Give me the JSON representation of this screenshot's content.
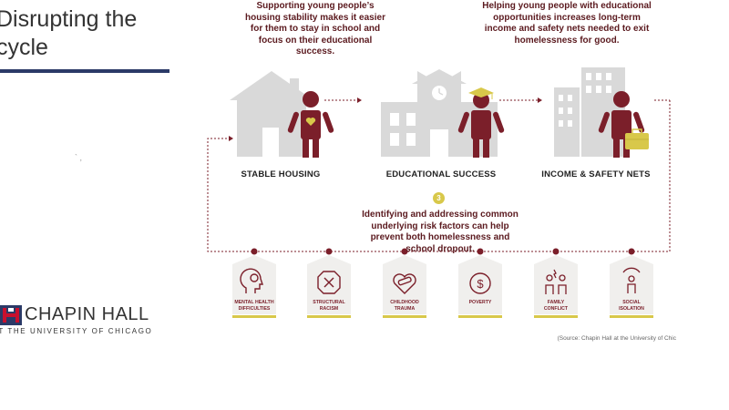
{
  "slide": {
    "title": "Disrupting the cycle"
  },
  "logo": {
    "name": "CHAPIN HALL",
    "subtitle": "AT THE UNIVERSITY OF CHICAGO"
  },
  "diagram": {
    "captions": {
      "housing": "Supporting young people’s housing stability makes it easier for them to stay in school and focus on their educational success.",
      "education": "Helping young people with educational opportunities increases long-term income and safety nets needed to exit homelessness for good.",
      "risk": "Identifying and addressing common underlying risk factors can help prevent both homelessness and school dropout."
    },
    "step_number": "3",
    "stages": [
      {
        "label": "STABLE HOUSING",
        "icon": "house-icon"
      },
      {
        "label": "EDUCATIONAL SUCCESS",
        "icon": "school-icon"
      },
      {
        "label": "INCOME & SAFETY NETS",
        "icon": "office-building-icon"
      }
    ],
    "risk_factors": [
      {
        "label": "MENTAL HEALTH DIFFICULTIES",
        "line1": "MENTAL HEALTH",
        "line2": "DIFFICULTIES",
        "icon": "brain-head-icon"
      },
      {
        "label": "STRUCTURAL RACISM",
        "line1": "STRUCTURAL",
        "line2": "RACISM",
        "icon": "stop-x-icon"
      },
      {
        "label": "CHILDHOOD TRAUMA",
        "line1": "CHILDHOOD",
        "line2": "TRAUMA",
        "icon": "bandaged-heart-icon"
      },
      {
        "label": "POVERTY",
        "line1": "POVERTY",
        "line2": "",
        "icon": "dollar-icon"
      },
      {
        "label": "FAMILY CONFLICT",
        "line1": "FAMILY",
        "line2": "CONFLICT",
        "icon": "arguing-people-icon"
      },
      {
        "label": "SOCIAL ISOLATION",
        "line1": "SOCIAL",
        "line2": "ISOLATION",
        "icon": "isolated-person-icon"
      }
    ],
    "source": "(Source: Chapin Hall at the University of Chic",
    "colors": {
      "maroon": "#7b1f2a",
      "gold": "#d8c84a",
      "gray": "#d9d9d9",
      "navy": "#2b3a67"
    }
  }
}
